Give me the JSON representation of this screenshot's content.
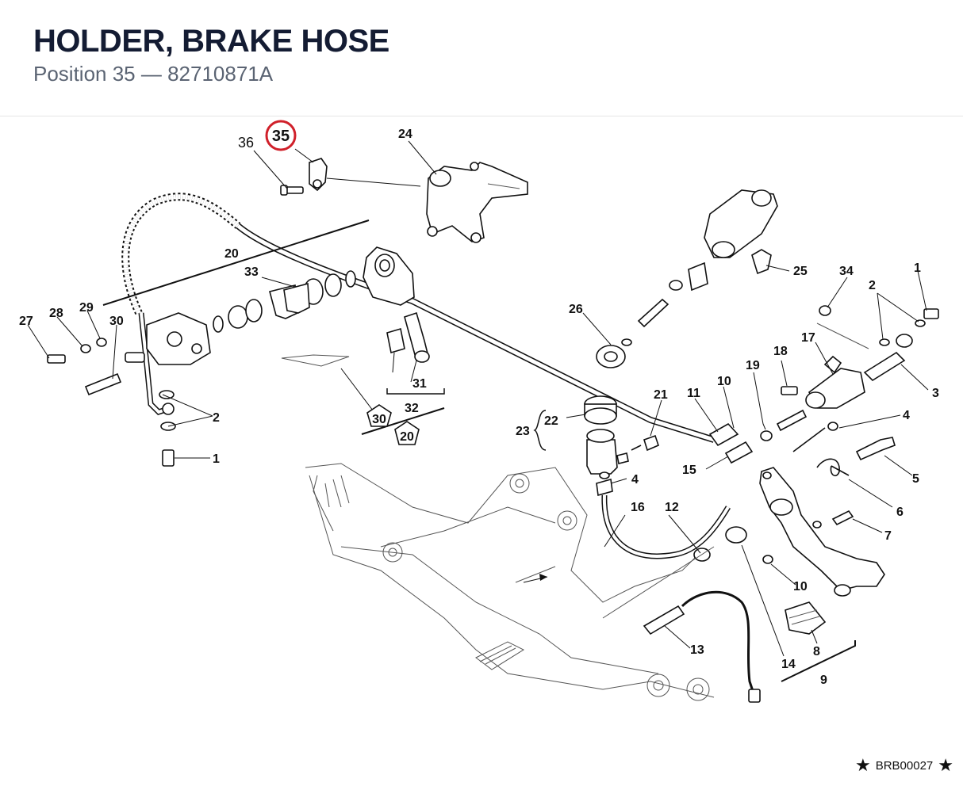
{
  "header": {
    "title": "HOLDER, BRAKE HOSE",
    "subtitle": "Position 35 — 82710871A"
  },
  "highlight": {
    "label": "35",
    "color": "#d0202a"
  },
  "callouts": {
    "c36": "36",
    "c24": "24",
    "c20a": "20",
    "c33": "33",
    "c25": "25",
    "c34": "34",
    "c1a": "1",
    "c2a": "2",
    "c26": "26",
    "c27": "27",
    "c28": "28",
    "c29": "29",
    "c30a": "30",
    "c17": "17",
    "c18": "18",
    "c3": "3",
    "c19": "19",
    "c10a": "10",
    "c11": "11",
    "c21": "21",
    "c22": "22",
    "c23": "23",
    "c4a": "4",
    "c2b": "2",
    "c1b": "1",
    "c31": "31",
    "c32": "32",
    "c30b": "30",
    "c20b": "20",
    "c15": "15",
    "c4b": "4",
    "c5": "5",
    "c16": "16",
    "c12": "12",
    "c6": "6",
    "c7": "7",
    "c10b": "10",
    "c13": "13",
    "c14": "14",
    "c8": "8",
    "c9": "9"
  },
  "footer": {
    "code": "BRB00027",
    "star_icon": "black-star"
  }
}
